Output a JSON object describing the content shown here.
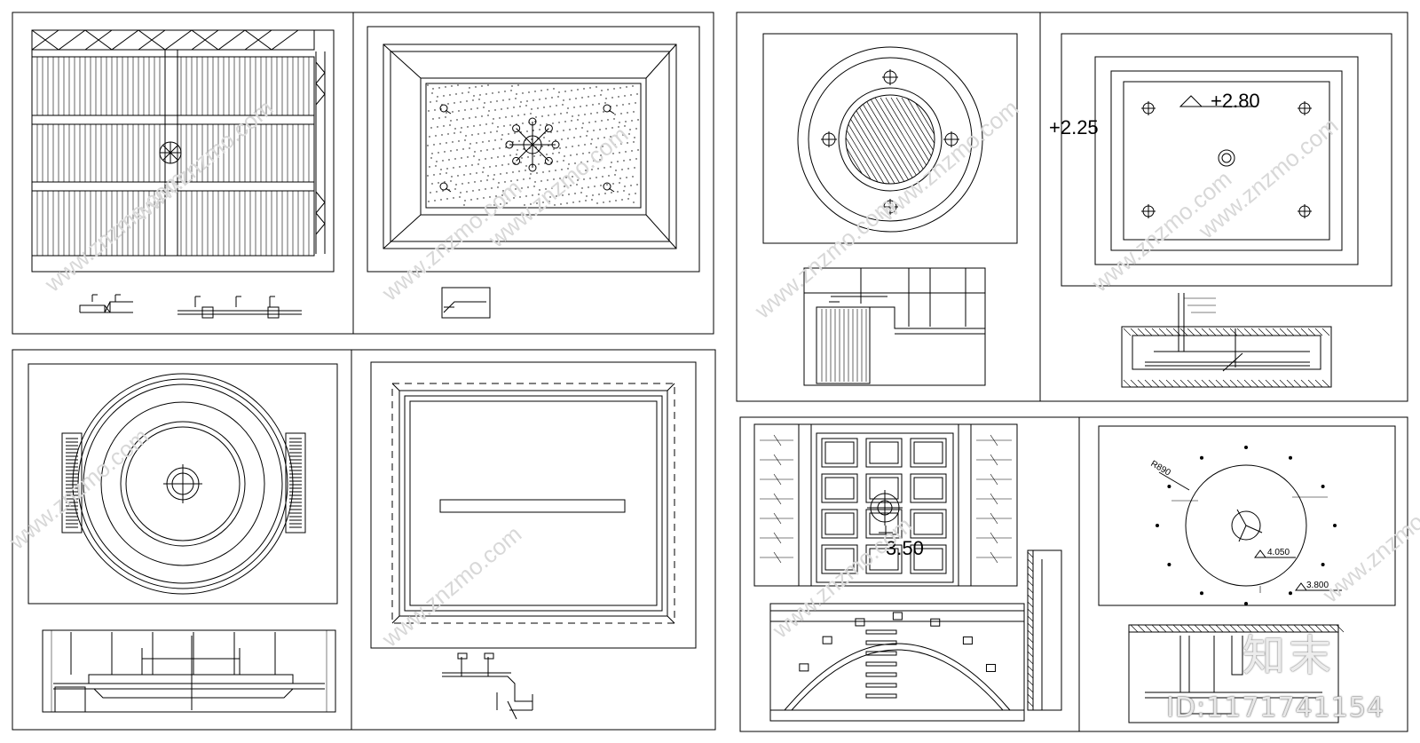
{
  "panels": [
    {
      "id": "A",
      "title": "ceiling-plan-wood-slats"
    },
    {
      "id": "B",
      "title": "ceiling-plan-chandelier"
    },
    {
      "id": "C",
      "title": "ceiling-plan-round-dome"
    },
    {
      "id": "D",
      "title": "ceiling-plan-4-fixtures"
    },
    {
      "id": "E",
      "title": "ceiling-plan-round-vents"
    },
    {
      "id": "F",
      "title": "ceiling-plan-strip"
    },
    {
      "id": "G",
      "title": "ceiling-plan-coffered"
    },
    {
      "id": "H",
      "title": "ceiling-plan-round-r890"
    }
  ],
  "labels": {
    "elev_225": "+2.25",
    "elev_280": "+2.80",
    "elev_350": "3.50",
    "radius": "R890",
    "elev_4050": "4.050",
    "elev_3800": "3.800"
  },
  "watermark": {
    "text": "www.znzmo.com",
    "brand": "知末",
    "id_text": "ID:1171741154"
  }
}
